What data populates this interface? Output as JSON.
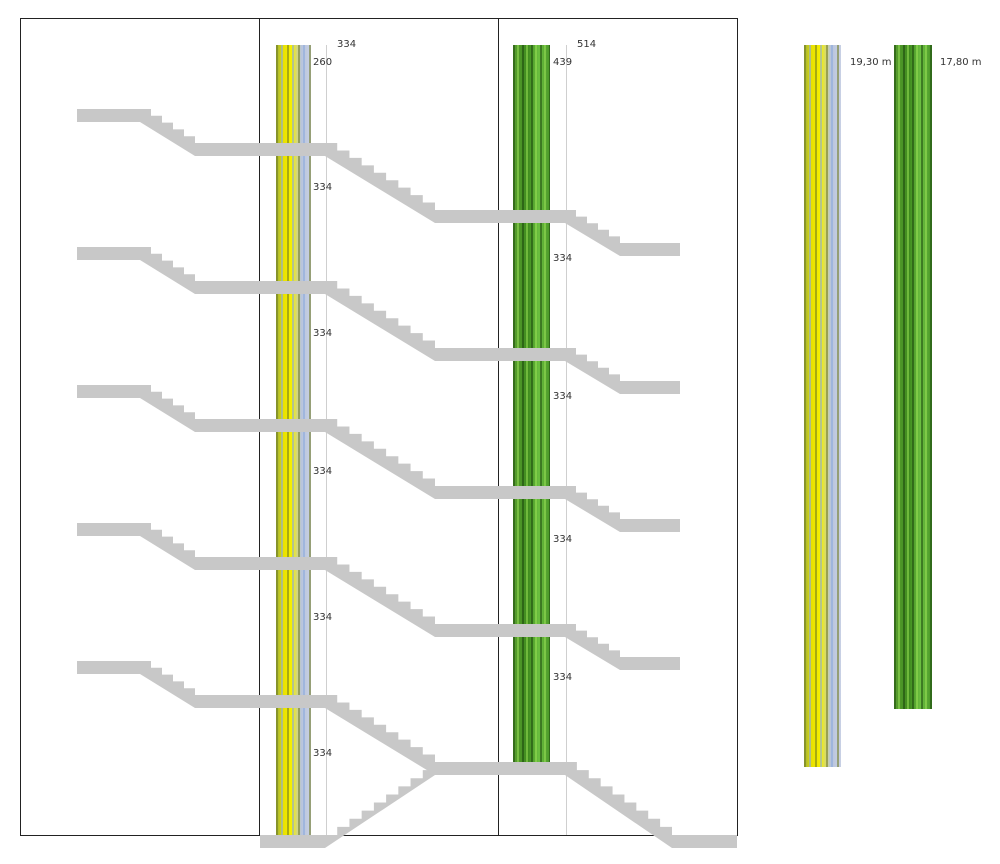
{
  "diagram": {
    "column_a": {
      "top_label": "334",
      "top_height": "260",
      "floor_labels": [
        "334",
        "334",
        "334",
        "334",
        "334"
      ]
    },
    "column_b": {
      "top_label": "514",
      "top_height": "439",
      "floor_labels": [
        "334",
        "334",
        "334",
        "334"
      ]
    },
    "legend": [
      {
        "label": "19,30 m"
      },
      {
        "label": "17,80 m"
      }
    ],
    "colors": {
      "stair": "#c8c8c8",
      "frame": "#222222"
    }
  }
}
